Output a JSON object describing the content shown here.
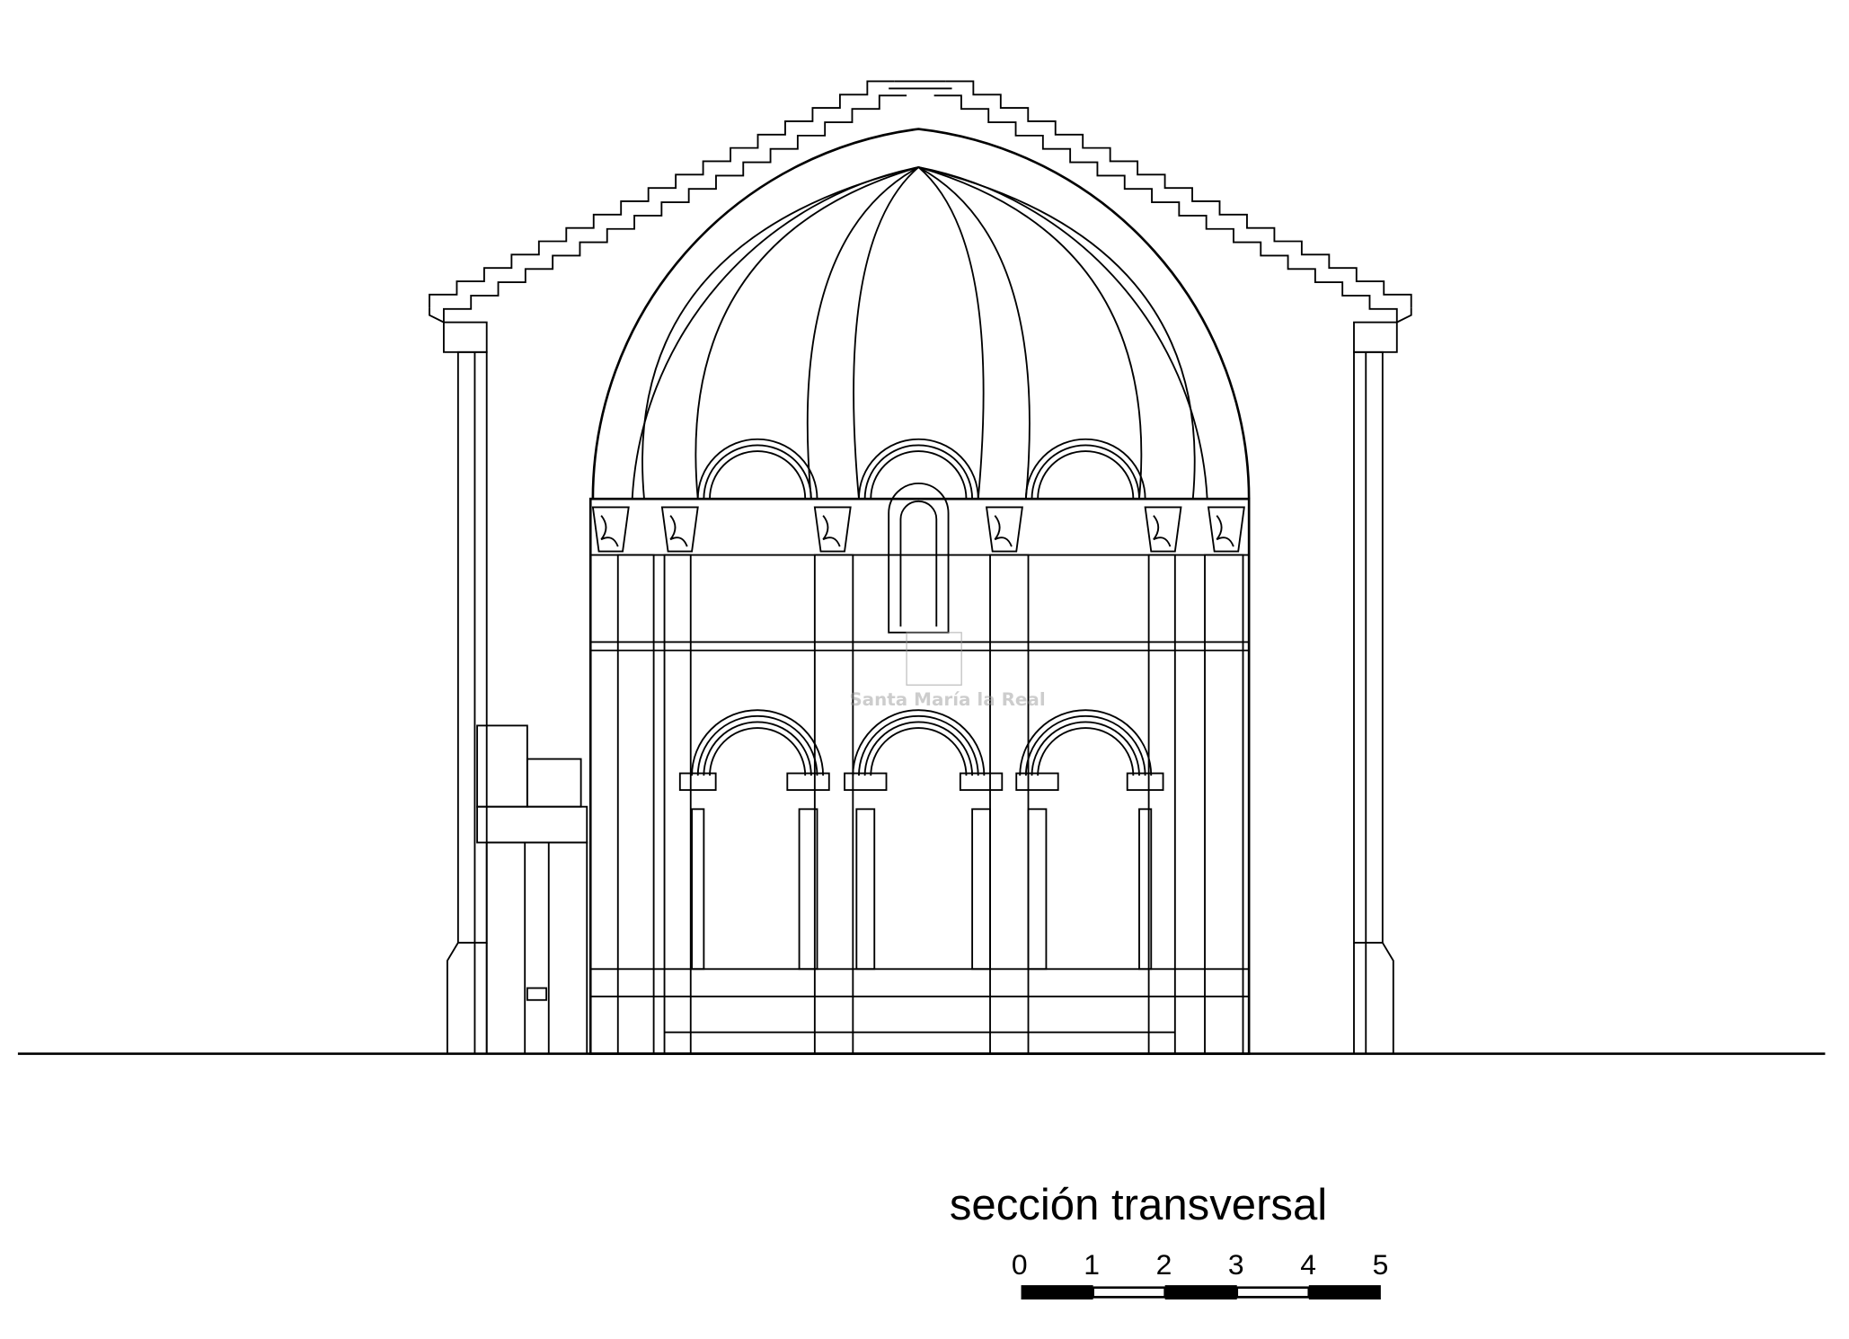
{
  "drawing": {
    "title": "sección transversal",
    "watermark": "Santa María la Real",
    "scale_bar": {
      "labels": [
        "0",
        "1",
        "2",
        "3",
        "4",
        "5"
      ],
      "segments": [
        "black",
        "white",
        "black",
        "white",
        "black"
      ]
    }
  }
}
